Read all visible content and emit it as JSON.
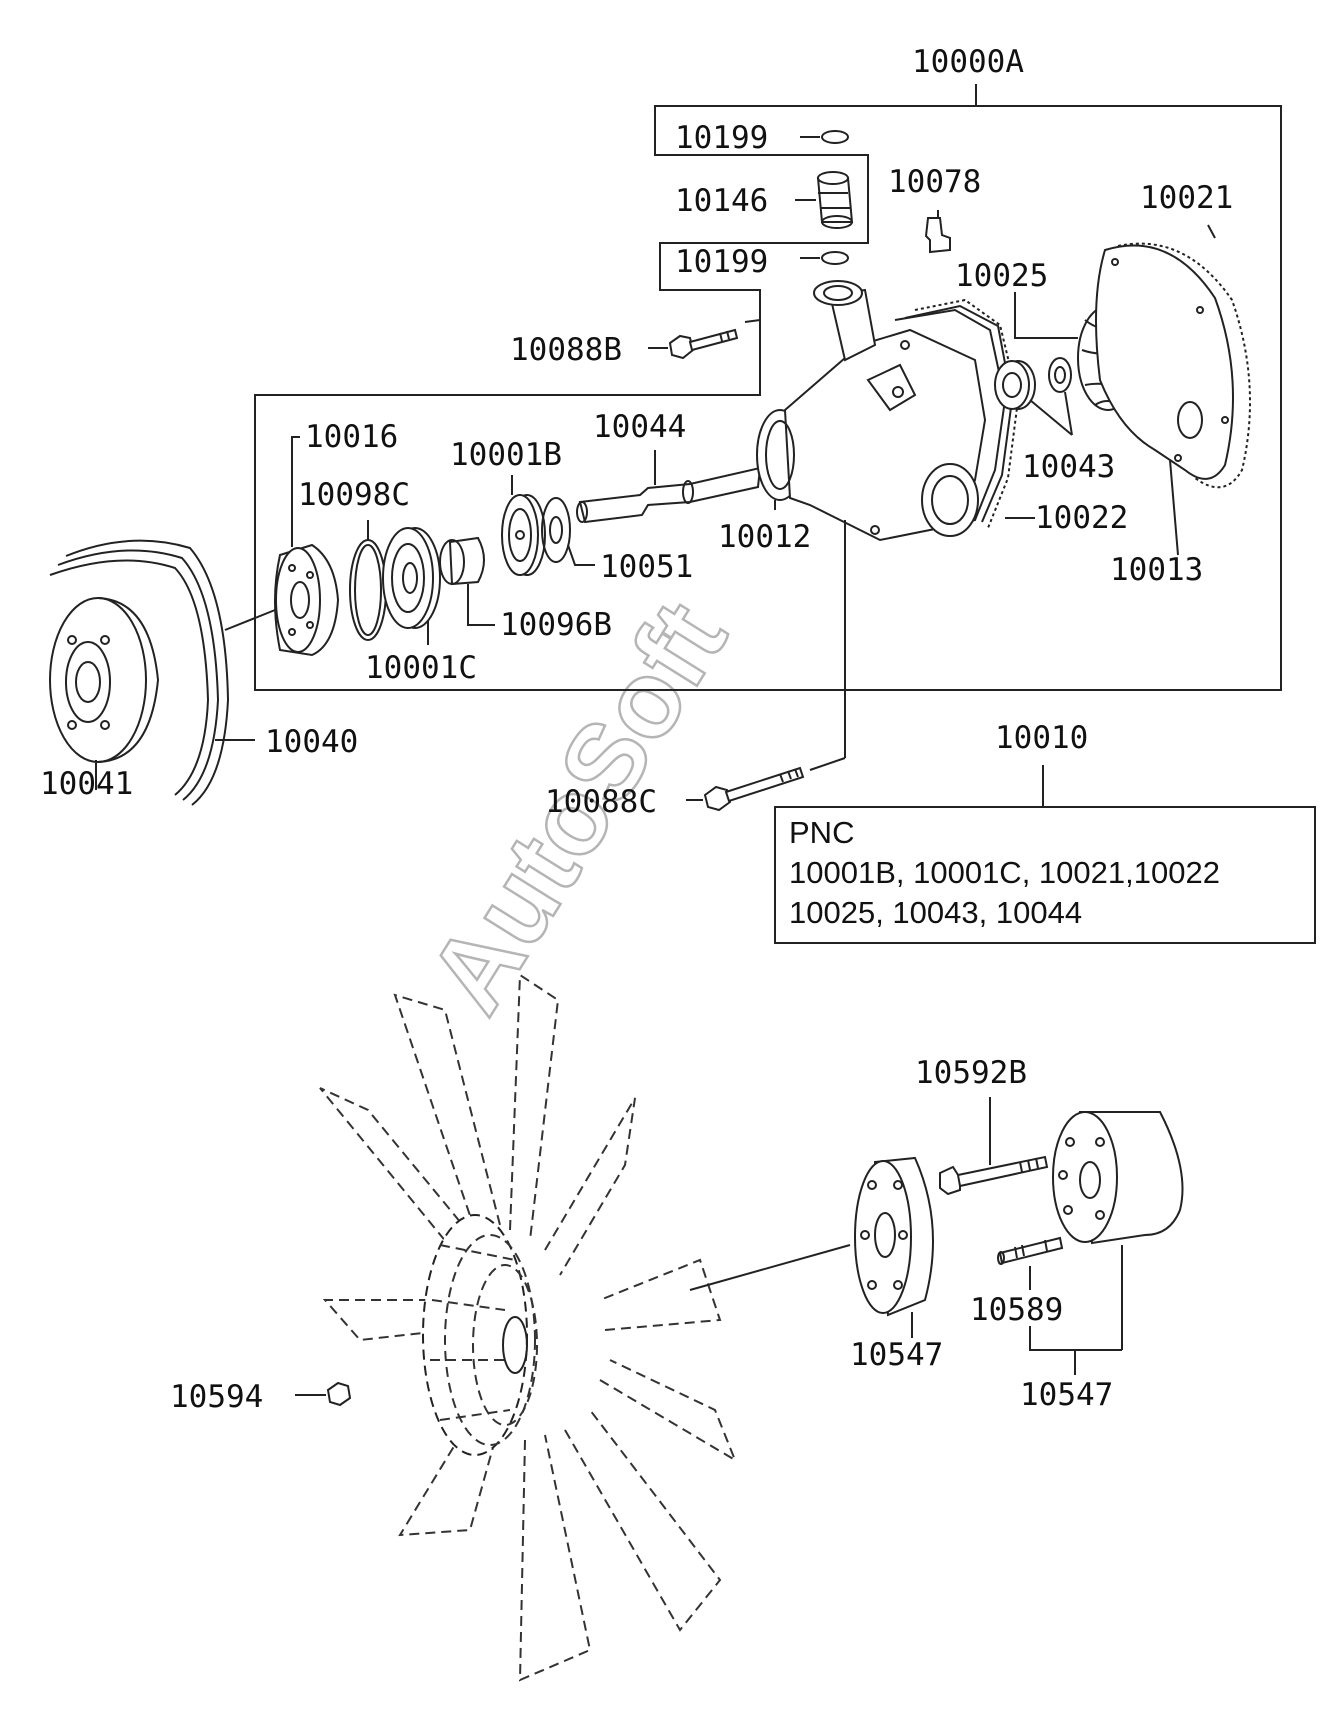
{
  "labels": {
    "p10000A": "10000A",
    "p10199_top": "10199",
    "p10146": "10146",
    "p10078": "10078",
    "p10021": "10021",
    "p10199_mid": "10199",
    "p10025": "10025",
    "p10088B": "10088B",
    "p10016": "10016",
    "p10044": "10044",
    "p10001B": "10001B",
    "p10098C": "10098C",
    "p10043": "10043",
    "p10022": "10022",
    "p10012": "10012",
    "p10051": "10051",
    "p10013": "10013",
    "p10096B": "10096B",
    "p10001C": "10001C",
    "p10040": "10040",
    "p10041": "10041",
    "p10010": "10010",
    "p10088C": "10088C",
    "p10592B": "10592B",
    "p10589": "10589",
    "p10547_left": "10547",
    "p10547_right": "10547",
    "p10594": "10594"
  },
  "pnc_box": {
    "title": "PNC",
    "line1": "10001B, 10001C, 10021,10022",
    "line2": "10025, 10043, 10044"
  },
  "watermark": "AutoSoft"
}
